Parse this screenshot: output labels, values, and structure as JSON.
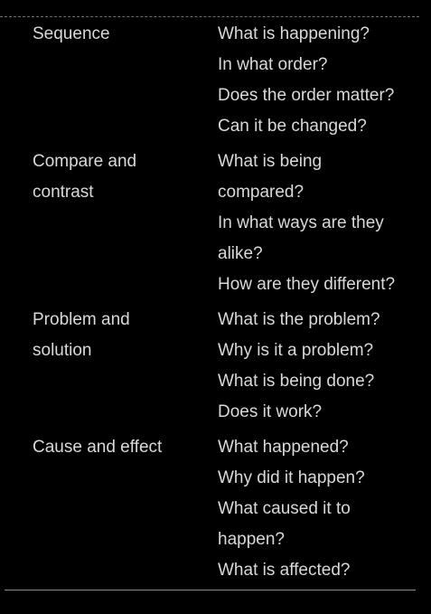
{
  "table": {
    "rows": [
      {
        "name": "Sequence",
        "questions": [
          "What is happening?",
          "In what order?",
          "Does the order matter?",
          "Can it be changed?"
        ]
      },
      {
        "name": "Compare and contrast",
        "questions": [
          "What is being compared?",
          "In what ways are they alike?",
          "How are they different?"
        ]
      },
      {
        "name": "Problem and solution",
        "questions": [
          "What is the problem?",
          "Why is it a problem?",
          "What is being done?",
          "Does it work?"
        ]
      },
      {
        "name": "Cause and effect",
        "questions": [
          "What happened?",
          "Why did it happen?",
          "What caused it to happen?",
          "What is affected?"
        ]
      }
    ]
  },
  "colors": {
    "background": "#000000",
    "text": "#d9d9d9",
    "rule": "#8a8a8a"
  }
}
